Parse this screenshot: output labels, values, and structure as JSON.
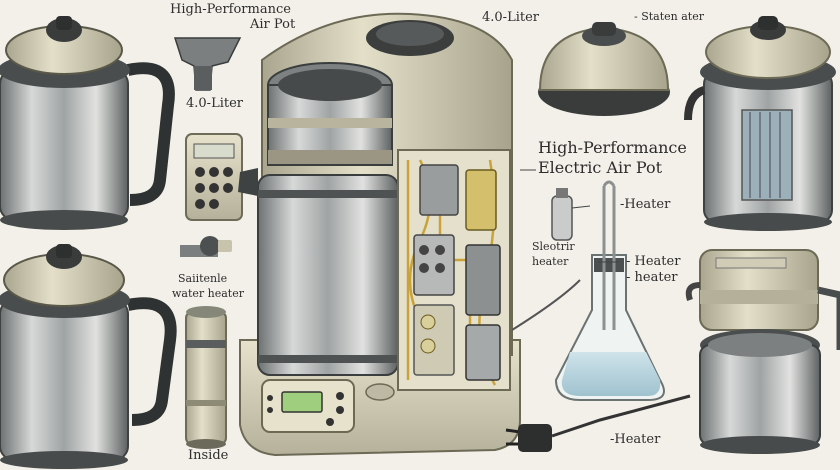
{
  "labels": {
    "title_top": "High-Performance",
    "title_top_sub": "Air Pot",
    "capacity_top": "4.0-Liter",
    "stainless_top": "- Staten ater",
    "capacity_left": "4.0-Liter",
    "title_main_1": "High-Performance",
    "title_main_2": "Electric Air Pot",
    "heater_1": "-Heater",
    "electric_heater_1": "Sleotrir",
    "electric_heater_2": "heater",
    "heater_2": "- Heater",
    "heater_3": "- heater",
    "stainless_heater_1": "Saiitenle",
    "stainless_heater_2": "water heater",
    "inside": "Inside",
    "heater_bottom": "-Heater"
  },
  "display": {
    "readout": ""
  },
  "colors": {
    "background": "#f2f0e9",
    "body_beige": "#d9d5bf",
    "steel": "#b9bcbc",
    "dark_steel": "#5e6263",
    "lcd": "#9fcf7e",
    "wiring_gold": "#c9a23a"
  },
  "icons": [
    "kettle-icon",
    "control-panel-icon",
    "valve-icon",
    "funnel-icon",
    "lid-icon",
    "heating-element-icon",
    "flask-icon",
    "plug-icon",
    "cylinder-icon"
  ]
}
